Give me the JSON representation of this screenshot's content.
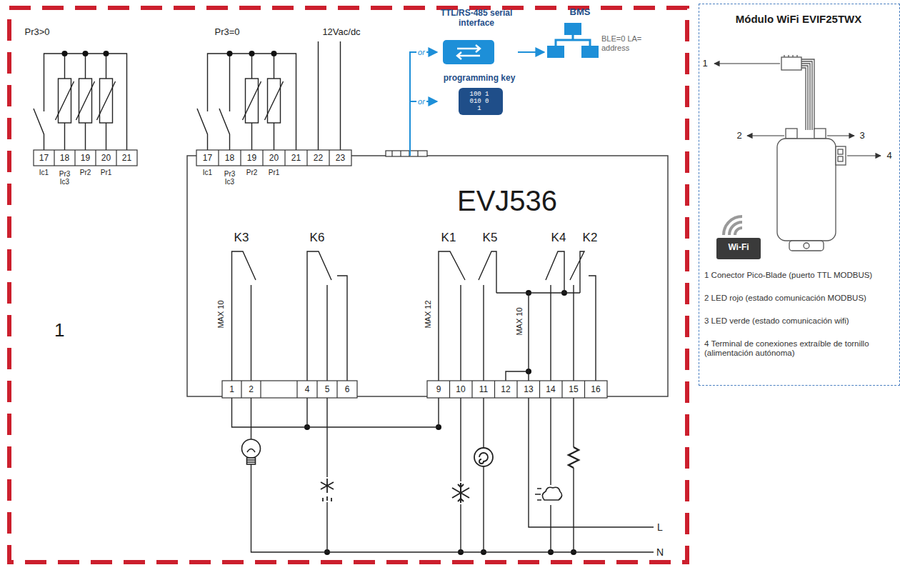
{
  "diagram": {
    "nodes": [
      {
        "text": [
          "1"
        ]
      },
      {
        "text": [
          "EVJ536"
        ],
        "in": 0
      },
      {
        "text": [
          "TTL/RS-485 serial interface"
        ],
        "in": 0
      },
      {
        "text": [
          "BMS",
          "BLE=0 LA= address"
        ],
        "in": 0
      },
      {
        "text": [
          "programming key",
          "100 1010 01"
        ],
        "in": 0
      },
      {
        "text": [
          "Módulo WiFi EVIF25TWX",
          "1 Conector Pico-Blade (puerto TTL MODBUS)",
          "2 LED rojo (estado comunicación MODBUS)",
          "3 LED verde (estado comunicación wifi)",
          "4 Terminal de conexiones extraíble de tornillo (alimentación autónoma)"
        ]
      },
      {
        "text": [
          "Wi-Fi"
        ],
        "in": 5
      }
    ],
    "edges": [
      {
        "from": 1,
        "to": 2,
        "arrow": "to",
        "label": "or"
      },
      {
        "from": 1,
        "to": 4,
        "arrow": "to",
        "label": "or"
      },
      {
        "from": 2,
        "to": 3,
        "arrow": "to"
      }
    ],
    "labels": [
      "Pr3>0",
      "Pr3=0",
      "12Vac/dc",
      "17",
      "18",
      "19",
      "20",
      "21",
      "Ic1",
      "Pr3 Ic3",
      "Pr2",
      "Pr1",
      "17",
      "18",
      "19",
      "20",
      "21",
      "22",
      "23",
      "Ic1",
      "Pr3 Ic3",
      "Pr2",
      "Pr1",
      "K3",
      "K6",
      "K1",
      "K5",
      "K4",
      "K2",
      "MAX 10",
      "MAX 12",
      "MAX 10",
      "1",
      "2",
      "4",
      "5",
      "6",
      "9",
      "10",
      "11",
      "12",
      "13",
      "14",
      "15",
      "16",
      "L",
      "N",
      "1",
      "2",
      "3",
      "4"
    ]
  }
}
